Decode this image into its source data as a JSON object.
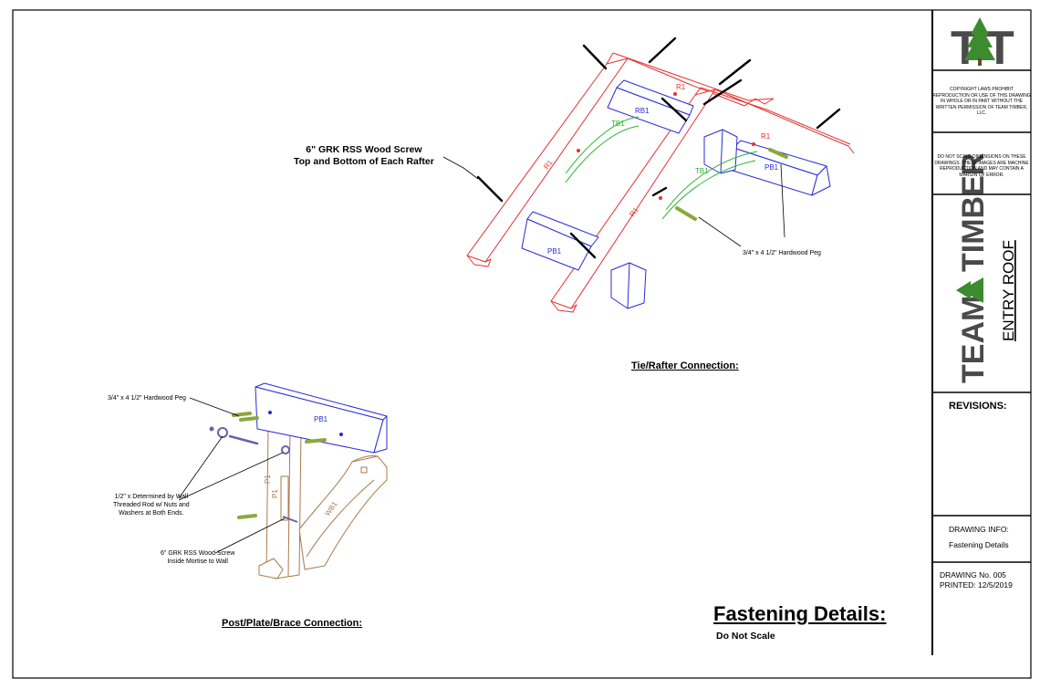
{
  "drawing": {
    "rafter_screw_callout": [
      "6\" GRK RSS Wood Screw",
      "Top and Bottom of Each Rafter"
    ],
    "tie_peg_callout": "3/4\" x 4 1/2\" Hardwood Peg",
    "tie_rafter_caption": "Tie/Rafter Connection:",
    "post_peg_callout": "3/4\" x 4 1/2\" Hardwood Peg",
    "threaded_rod_callout": [
      "1/2\" x Determined by Wall",
      "Threaded Rod w/ Nuts and",
      "Washers at Both Ends."
    ],
    "mortise_screw_callout": [
      "6\" GRK RSS Wood Screw",
      "Inside Mortise to Wall"
    ],
    "post_caption": "Post/Plate/Brace Connection:",
    "main_title": "Fastening Details:",
    "subtitle": "Do Not Scale",
    "part_labels": {
      "rafter": "R1",
      "rafter2": "R1",
      "rafter3": "R1",
      "rafter4": "R1",
      "ridge_beam": "RB1",
      "tie_beam": "TB1",
      "tie_beam2": "TB1",
      "plate_beam": "PB1",
      "plate_beam2": "PB1",
      "plate_beam3": "PB1",
      "post": "P1",
      "post2": "P1",
      "wall_brace": "WB1"
    }
  },
  "title_block": {
    "logo_letters": [
      "T",
      "T"
    ],
    "copyright_note": "COPYRIGHT LAWS PROHIBIT REPRODUCTION OR USE OF THIS DRAWING IN WHOLE OR IN PART WITHOUT THE WRITTEN PERMISSION OF TEAM TIMBER, LLC.",
    "scale_note": "DO NOT SCALE DIMENSIONS ON THESE DRAWINGS. THESE IMAGES ARE MACHINE REPRODUCTION AND MAY CONTAIN A MARGIN OF ERROR.",
    "brand_top": "TEAM",
    "brand_bottom": "TIMBER",
    "project_name": "ENTRY ROOF",
    "revisions_label": "REVISIONS:",
    "drawing_info_label": "DRAWING INFO:",
    "drawing_info_value": "Fastening Details",
    "drawing_no": "DRAWING No. 005",
    "printed": "PRINTED: 12/5/2019"
  },
  "colors": {
    "rafter_red": "#e53030",
    "beam_blue": "#2a2ad8",
    "brace_tan": "#a97a4e",
    "peg_green": "#8da83a",
    "arc_green": "#2db52d",
    "brand_gray": "#4a4a4a",
    "tree_green": "#3d8b2f"
  }
}
